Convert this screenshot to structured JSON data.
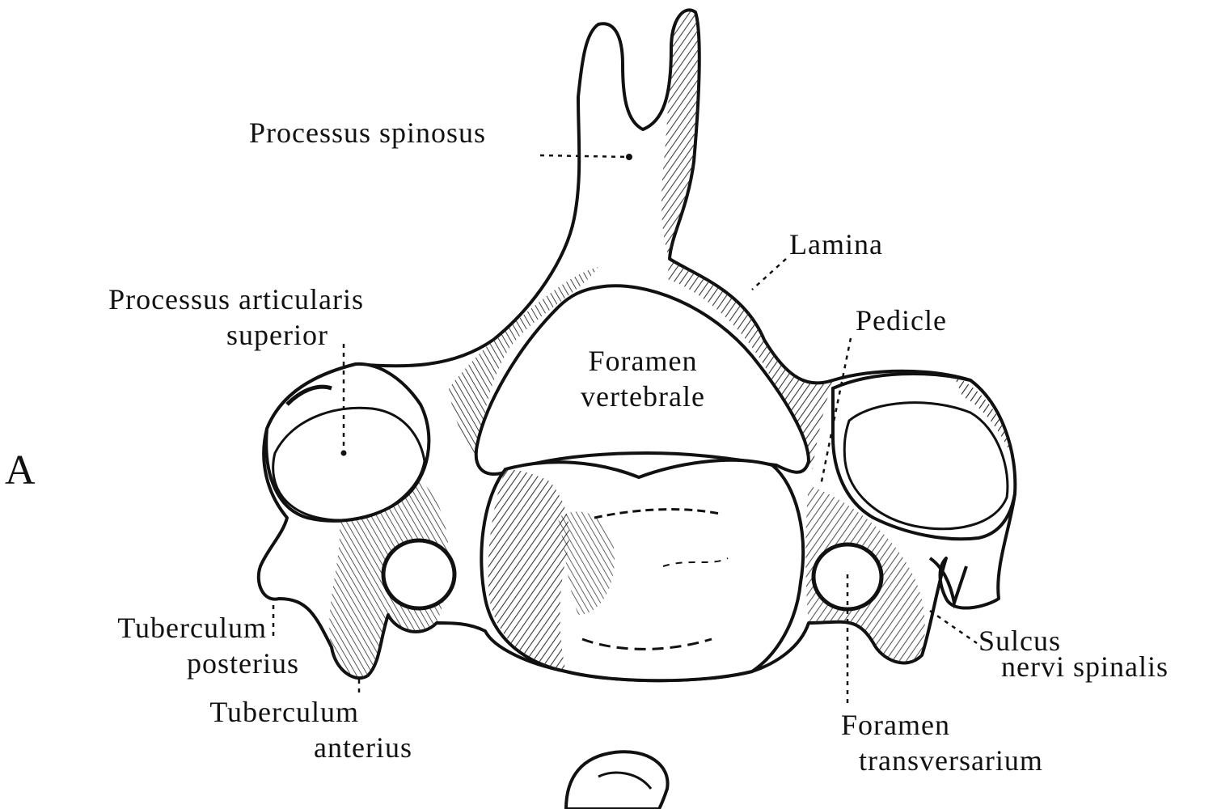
{
  "figure": {
    "panel_letter": "A",
    "colors": {
      "ink": "#111111",
      "paper": "#ffffff",
      "shade": "#2a2a2a"
    },
    "labels": {
      "processus_spinosus": "Processus spinosus",
      "lamina": "Lamina",
      "processus_articularis_superior": [
        "Processus articularis",
        "superior"
      ],
      "pedicle": "Pedicle",
      "foramen_vertebrale": [
        "Foramen",
        "vertebrale"
      ],
      "tuberculum_posterius": [
        "Tuberculum",
        "posterius"
      ],
      "tuberculum_anterius": [
        "Tuberculum",
        "anterius"
      ],
      "sulcus_nervi_spinalis": [
        "Sulcus",
        "nervi spinalis"
      ],
      "foramen_transversarium": [
        "Foramen",
        "transversarium"
      ]
    }
  }
}
